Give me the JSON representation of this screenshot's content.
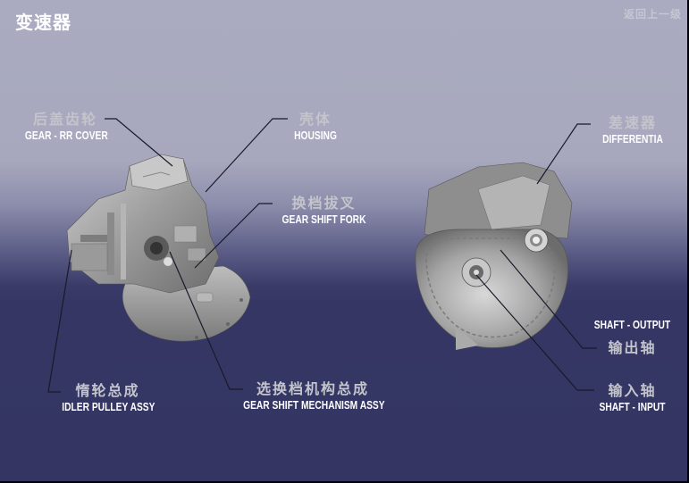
{
  "header": {
    "title": "变速器",
    "back_link": "返回上一级"
  },
  "colors": {
    "bg_top": "#aaabc0",
    "bg_bottom": "#343563",
    "label_cn": "#c4c4cc",
    "label_en": "#ffffff",
    "leader_line": "#1a1a2a",
    "part_metal": "#a8a8a8"
  },
  "left_assembly": {
    "labels": [
      {
        "id": "gear-rr-cover",
        "cn": "后盖齿轮",
        "en": "GEAR - RR COVER"
      },
      {
        "id": "housing",
        "cn": "壳体",
        "en": "HOUSING"
      },
      {
        "id": "gear-shift-fork",
        "cn": "换档拔叉",
        "en": "GEAR SHIFT FORK"
      },
      {
        "id": "idler-pulley-assy",
        "cn": "惰轮总成",
        "en": "IDLER PULLEY ASSY"
      },
      {
        "id": "gear-shift-mechanism-assy",
        "cn": "选换档机构总成",
        "en": "GEAR SHIFT MECHANISM ASSY"
      }
    ]
  },
  "right_assembly": {
    "labels": [
      {
        "id": "differential",
        "cn": "差速器",
        "en": "DIFFERENTIA"
      },
      {
        "id": "shaft-output",
        "cn": "输出轴",
        "en": "SHAFT - OUTPUT"
      },
      {
        "id": "shaft-input",
        "cn": "输入轴",
        "en": "SHAFT - INPUT"
      }
    ]
  }
}
